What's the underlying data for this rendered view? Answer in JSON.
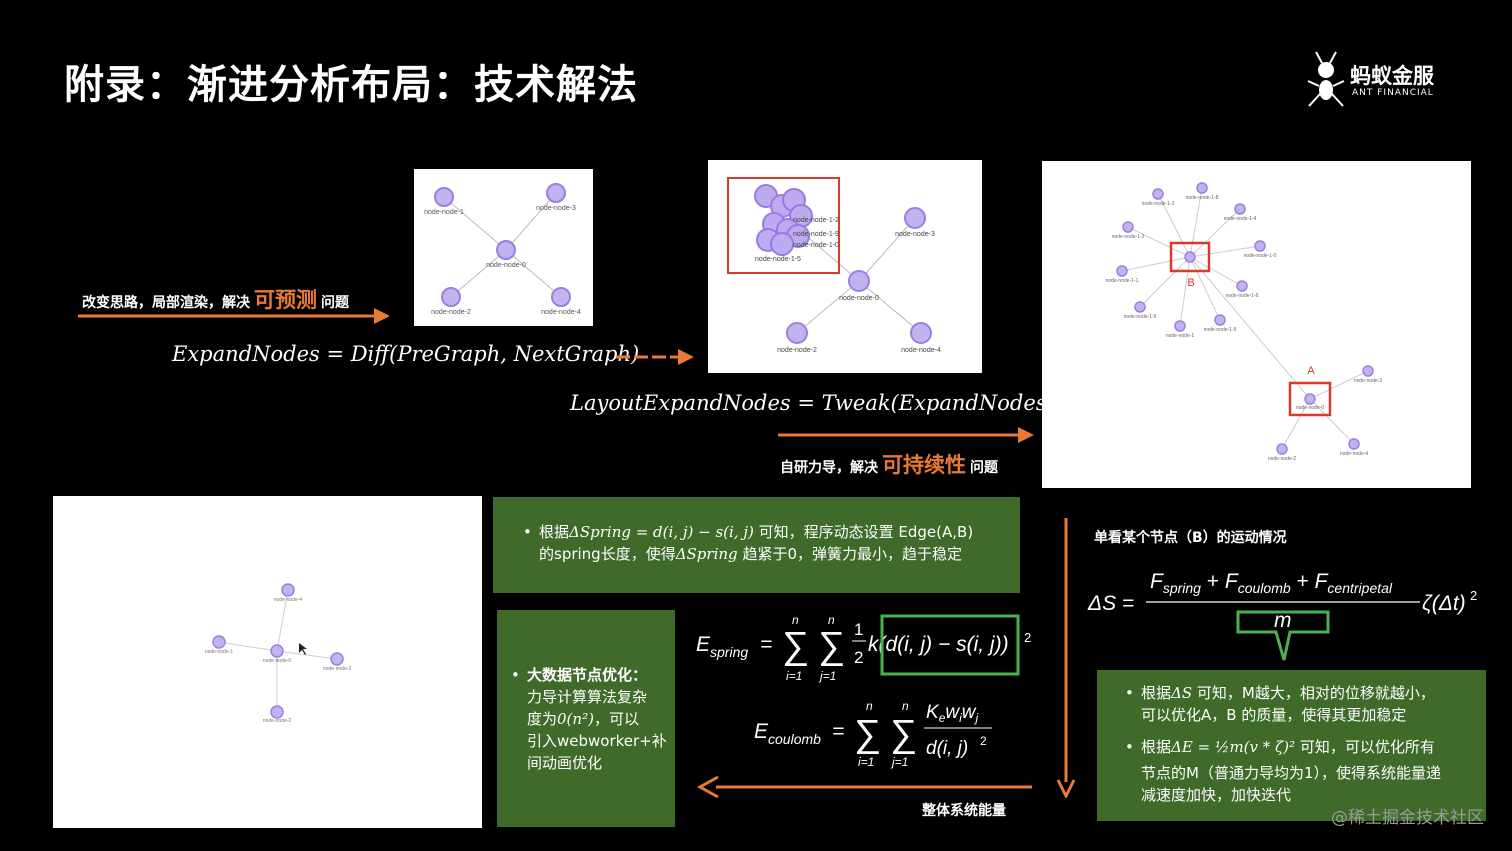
{
  "title": "附录：渐进分析布局：技术解法",
  "logo": {
    "cn": "蚂蚁金服",
    "en": "ANT FINANCIAL"
  },
  "caption1": {
    "prefix": "改变思路，局部渲染，解决",
    "highlight": "可预测",
    "suffix": "问题"
  },
  "caption2": {
    "prefix": "自研力导，解决",
    "highlight": "可持续性",
    "suffix": "问题"
  },
  "formula_expand": "ExpandNodes = Diff(PreGraph, NextGraph)",
  "formula_layout": "LayoutExpandNodes = Tweak(ExpandNodes)",
  "graph1": {
    "labels": [
      "node-node-1",
      "node-node-3",
      "node-node-0",
      "node-node-2",
      "node-node-4"
    ]
  },
  "graph2": {
    "labels": [
      "node-node-1-2",
      "node-node-1-9",
      "node-node-1-0",
      "node-node-1-5",
      "node-node-3",
      "node-node-0",
      "node-node-2",
      "node-node-4"
    ]
  },
  "graph3": {
    "marker_a": "A",
    "marker_b": "B",
    "labels": [
      "node-node-1-3",
      "node-node-1-8",
      "node-node-1-4",
      "node-node-1-2",
      "node-node-1-0",
      "node-node-1-1",
      "node-node-1-6",
      "node-node-1-9",
      "node-node-1-5",
      "node-node-1",
      "node-node-0",
      "node-node-2",
      "node-node-3",
      "node-node-4"
    ]
  },
  "graph4": {
    "labels": [
      "node-node-4",
      "node-node-1",
      "node-node-0",
      "node-node-3",
      "node-node-2"
    ]
  },
  "green_box1": {
    "line1_prefix": "根据",
    "line1_math": "ΔSpring = d(i, j) − s(i, j)",
    "line1_suffix": "可知，程序动态设置 Edge(A,B)",
    "line2_prefix": "的spring长度，使得",
    "line2_math": "ΔSpring",
    "line2_suffix": "趋紧于0，弹簧力最小，趋于稳定"
  },
  "green_box2": {
    "heading": "大数据节点优化：",
    "line1": "力导计算算法复杂",
    "line2_prefix": "度为",
    "line2_math": "0(n²)",
    "line2_suffix": "，可以",
    "line3": "引入webworker+补",
    "line4": "间动画优化"
  },
  "green_box3": {
    "b1_prefix": "根据",
    "b1_math": "ΔS",
    "b1_suffix": "可知，M越大，相对的位移就越小，",
    "b1_line2": "可以优化A，B 的质量，使得其更加稳定",
    "b2_prefix": "根据",
    "b2_math": "ΔE = ½m(v * ζ)²",
    "b2_suffix": "可知，可以优化所有",
    "b2_line2": "节点的M（普通力导均为1），使得系统能量递",
    "b2_line3": "减速度加快，加快迭代"
  },
  "single_node_title": "单看某个节点（B）的运动情况",
  "energy_label": "整体系统能量",
  "watermark": "@稀土掘金技术社区",
  "colors": {
    "orange": "#e87a34",
    "green": "#3f6a2a",
    "red_box": "#d93a2b",
    "node": "#9b7fe0"
  }
}
